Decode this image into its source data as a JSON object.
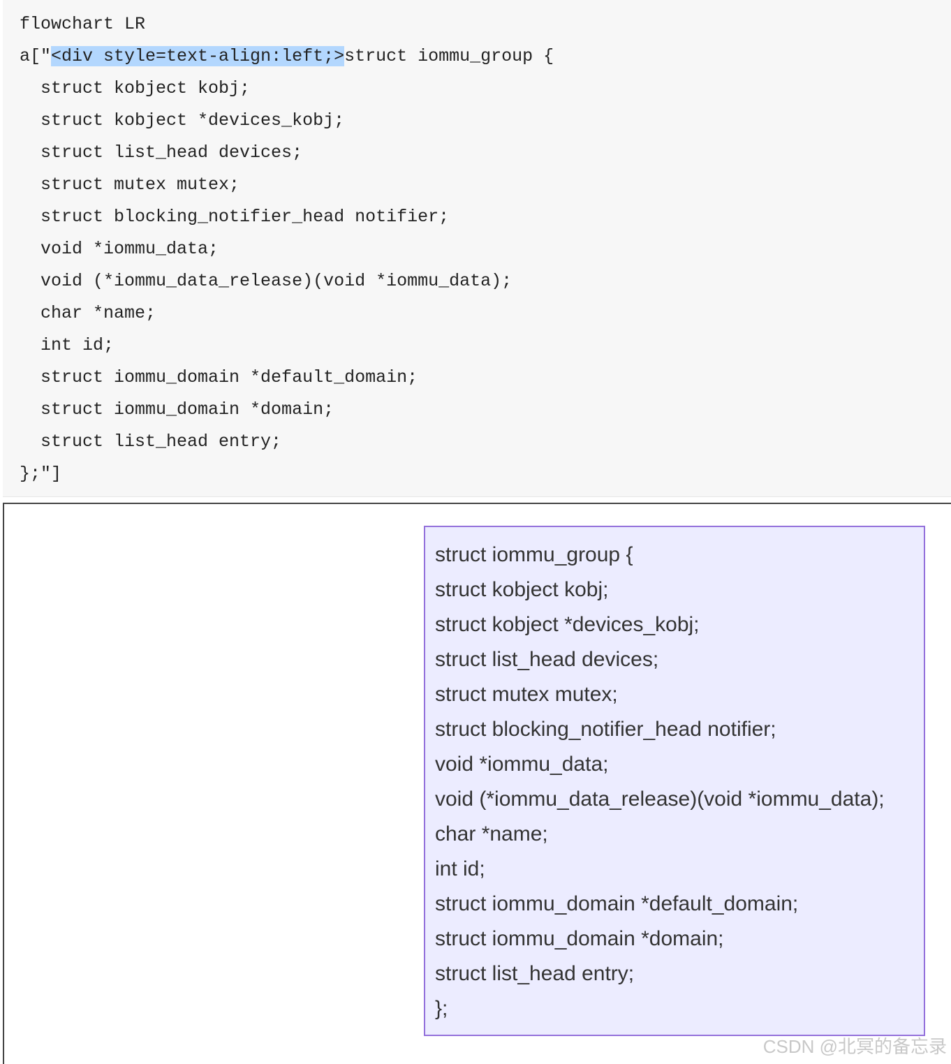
{
  "code_editor": {
    "lines": [
      {
        "before": "flowchart LR",
        "highlight": "",
        "after": ""
      },
      {
        "before": "a[\"",
        "highlight": "<div style=text-align:left;>",
        "after": "struct iommu_group {"
      },
      {
        "before": "  struct kobject kobj;",
        "highlight": "",
        "after": ""
      },
      {
        "before": "  struct kobject *devices_kobj;",
        "highlight": "",
        "after": ""
      },
      {
        "before": "  struct list_head devices;",
        "highlight": "",
        "after": ""
      },
      {
        "before": "  struct mutex mutex;",
        "highlight": "",
        "after": ""
      },
      {
        "before": "  struct blocking_notifier_head notifier;",
        "highlight": "",
        "after": ""
      },
      {
        "before": "  void *iommu_data;",
        "highlight": "",
        "after": ""
      },
      {
        "before": "  void (*iommu_data_release)(void *iommu_data);",
        "highlight": "",
        "after": ""
      },
      {
        "before": "  char *name;",
        "highlight": "",
        "after": ""
      },
      {
        "before": "  int id;",
        "highlight": "",
        "after": ""
      },
      {
        "before": "  struct iommu_domain *default_domain;",
        "highlight": "",
        "after": ""
      },
      {
        "before": "  struct iommu_domain *domain;",
        "highlight": "",
        "after": ""
      },
      {
        "before": "  struct list_head entry;",
        "highlight": "",
        "after": ""
      },
      {
        "before": "};\"]",
        "highlight": "",
        "after": ""
      }
    ],
    "selection_color": "#b3d7fe"
  },
  "diagram_preview": {
    "node": {
      "lines": [
        "struct iommu_group {",
        "struct kobject kobj;",
        "struct kobject *devices_kobj;",
        "struct list_head devices;",
        "struct mutex mutex;",
        "struct blocking_notifier_head notifier;",
        "void *iommu_data;",
        "void (*iommu_data_release)(void *iommu_data);",
        "char *name;",
        "int id;",
        "struct iommu_domain *default_domain;",
        "struct iommu_domain *domain;",
        "struct list_head entry;",
        "};"
      ],
      "fill_color": "#ececff",
      "border_color": "#9370db"
    }
  },
  "watermark": "CSDN @北冥的备忘录"
}
